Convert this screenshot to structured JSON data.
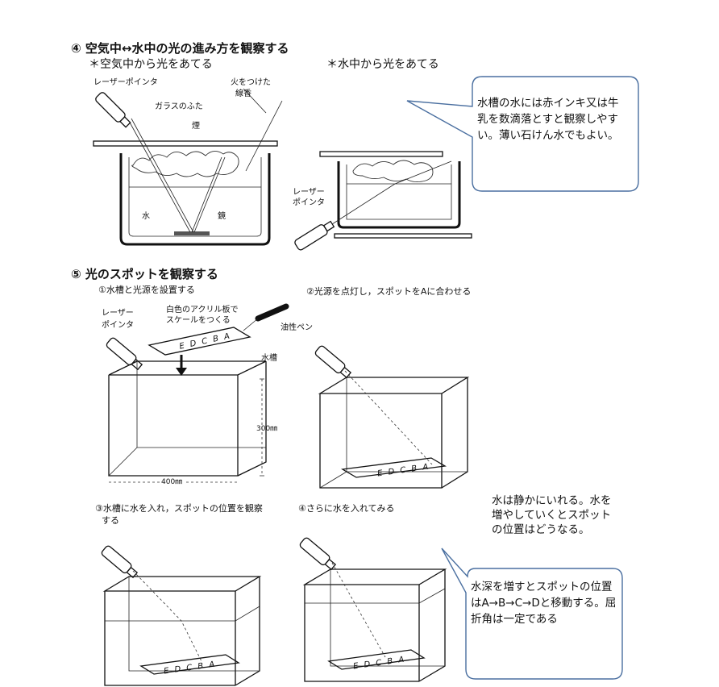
{
  "section4": {
    "heading": "④ 空気中↔水中の光の進み方を観察する",
    "sub_left": "＊空気中から光をあてる",
    "sub_right": "＊水中から光をあてる",
    "labels": {
      "laser": "レーザーポインタ",
      "glass_lid": "ガラスのふた",
      "smoke": "煙",
      "incense_1": "火をつけた",
      "incense_2": "線香",
      "water": "水",
      "mirror": "鏡",
      "laser2_1": "レーザー",
      "laser2_2": "ポインタ"
    },
    "callout": "水槽の水には赤インキ又は牛乳を数滴落とすと観察しやすい。薄い石けん水でもよい。"
  },
  "section5": {
    "heading": "⑤ 光のスポットを観察する",
    "step1": "①水槽と光源を設置する",
    "step2": "②光源を点灯し，スポットをAに合わせる",
    "step3_1": "③水槽に水を入れ，スポットの位置を観察",
    "step3_2": "する",
    "step4": "④さらに水を入れてみる",
    "labels": {
      "laser_1": "レーザー",
      "laser_2": "ポインタ",
      "acrylic_1": "白色のアクリル板で",
      "acrylic_2": "スケールをつくる",
      "pen": "油性ペン",
      "tank": "水槽",
      "height": "300㎜",
      "width": "400㎜",
      "plate_text": "E D C B A"
    },
    "note": "水は静かにいれる。水を増やしていくとスポットの位置はどうなる。",
    "callout": "水深を増すとスポットの位置はA→B→C→Dと移動する。屈折角は一定である"
  }
}
